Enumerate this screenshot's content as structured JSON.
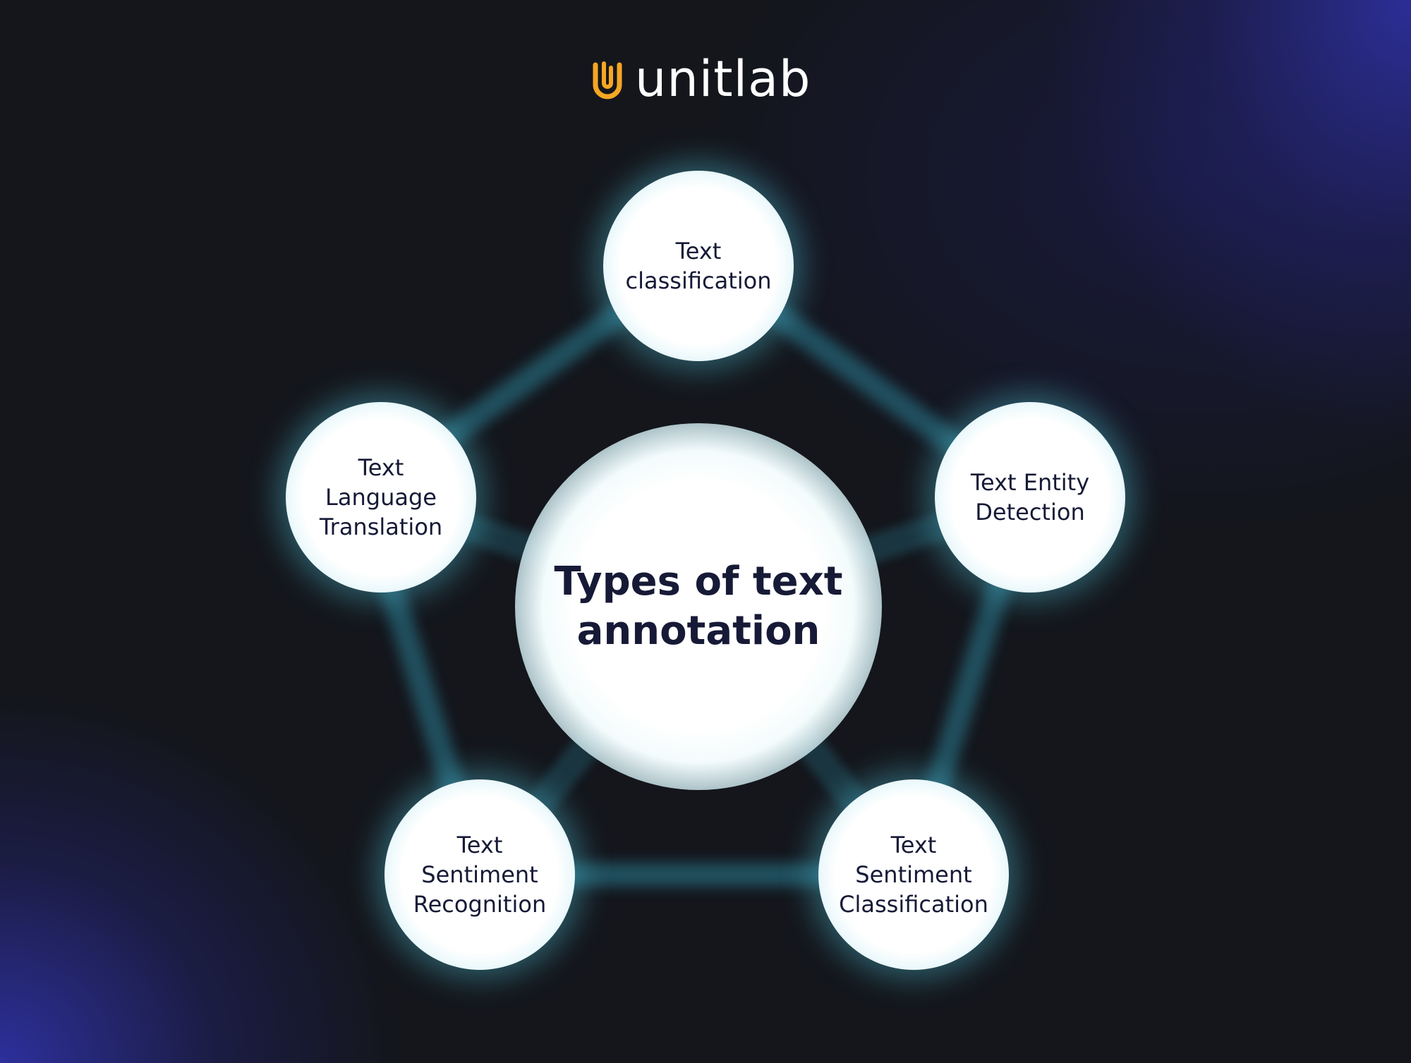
{
  "brand": {
    "name": "unitlab",
    "logo_color": "#f5a623",
    "icon": "unitlab-paperclip-logo-icon"
  },
  "diagram": {
    "center_label": "Types of text\nannotation",
    "nodes": [
      {
        "label": "Text\nclassification"
      },
      {
        "label": "Text Entity\nDetection"
      },
      {
        "label": "Text\nSentiment\nClassification"
      },
      {
        "label": "Text\nSentiment\nRecognition"
      },
      {
        "label": "Text\nLanguage\nTranslation"
      }
    ]
  },
  "colors": {
    "background": "#14161c",
    "accent_blue": "#2c2f9a",
    "glow": "#46aabe",
    "node_text": "#161a36"
  }
}
